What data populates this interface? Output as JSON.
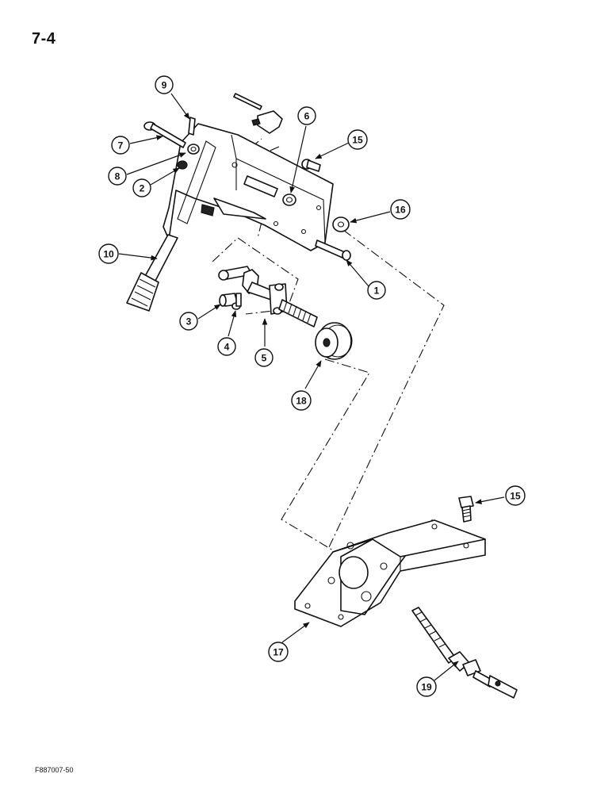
{
  "page": {
    "number": "7-4",
    "figure_code": "F887007-50"
  },
  "callouts": [
    "9",
    "7",
    "8",
    "2",
    "10",
    "6",
    "15",
    "16",
    "1",
    "3",
    "4",
    "5",
    "18",
    "15",
    "17",
    "19"
  ],
  "colors": {
    "ink": "#111111",
    "background": "#ffffff"
  }
}
